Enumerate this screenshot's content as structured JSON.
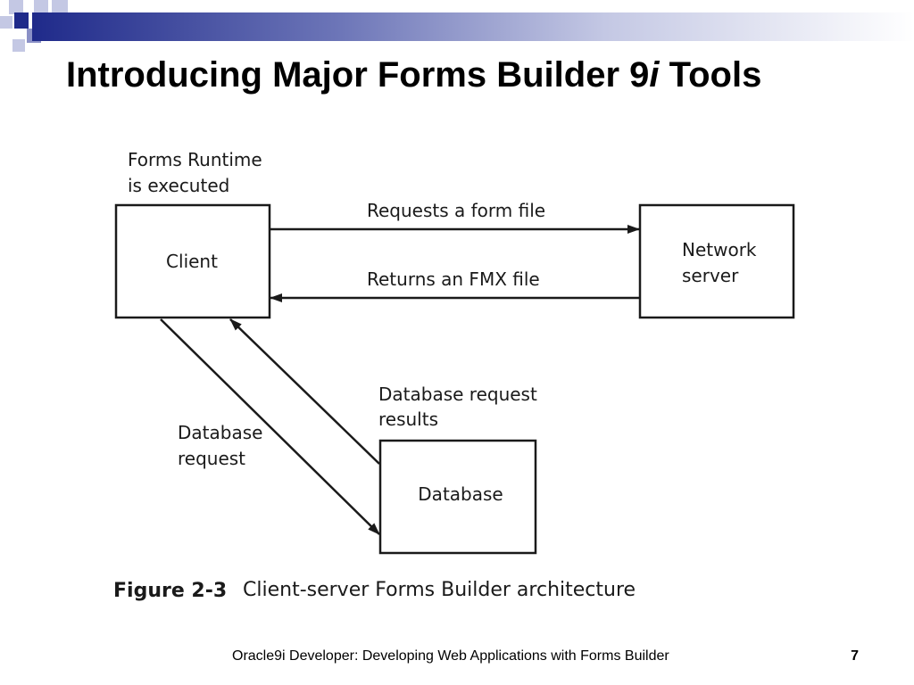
{
  "slide": {
    "title_main": "Introducing Major Forms Builder 9",
    "title_italic": "i",
    "title_end": " Tools",
    "footer": "Oracle9i Developer: Developing Web Applications with Forms Builder",
    "page_number": "7"
  },
  "diagram": {
    "nodes": {
      "client": "Client",
      "network_server": [
        "Network",
        "server"
      ],
      "database": "Database"
    },
    "labels": {
      "forms_runtime": [
        "Forms Runtime",
        "is executed"
      ],
      "requests_form_file": "Requests a form file",
      "returns_fmx_file": "Returns an FMX file",
      "database_request": [
        "Database",
        "request"
      ],
      "database_request_results": [
        "Database request",
        "results"
      ]
    },
    "caption": {
      "figure_number": "Figure 2-3",
      "text": "Client-server Forms Builder architecture"
    }
  }
}
